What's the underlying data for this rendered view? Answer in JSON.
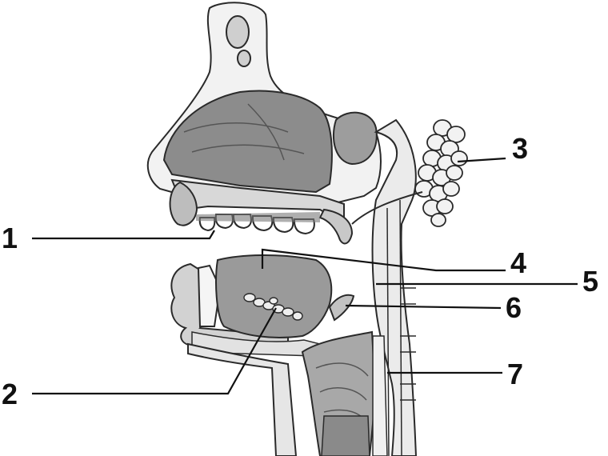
{
  "colors": {
    "background": "#ffffff",
    "outline": "#2a2a2a",
    "bone": "#f2f2f2",
    "cavity_dark": "#8c8c8c",
    "cavity_mid": "#b4b4b4",
    "tissue_light": "#d8d8d8",
    "tongue": "#9a9a9a",
    "label": "#111111"
  },
  "icons": {
    "salivary_gland": "cluster-of-lobules",
    "teeth": "row-of-molars"
  },
  "labels": [
    "1",
    "2",
    "3",
    "4",
    "5",
    "6",
    "7"
  ]
}
